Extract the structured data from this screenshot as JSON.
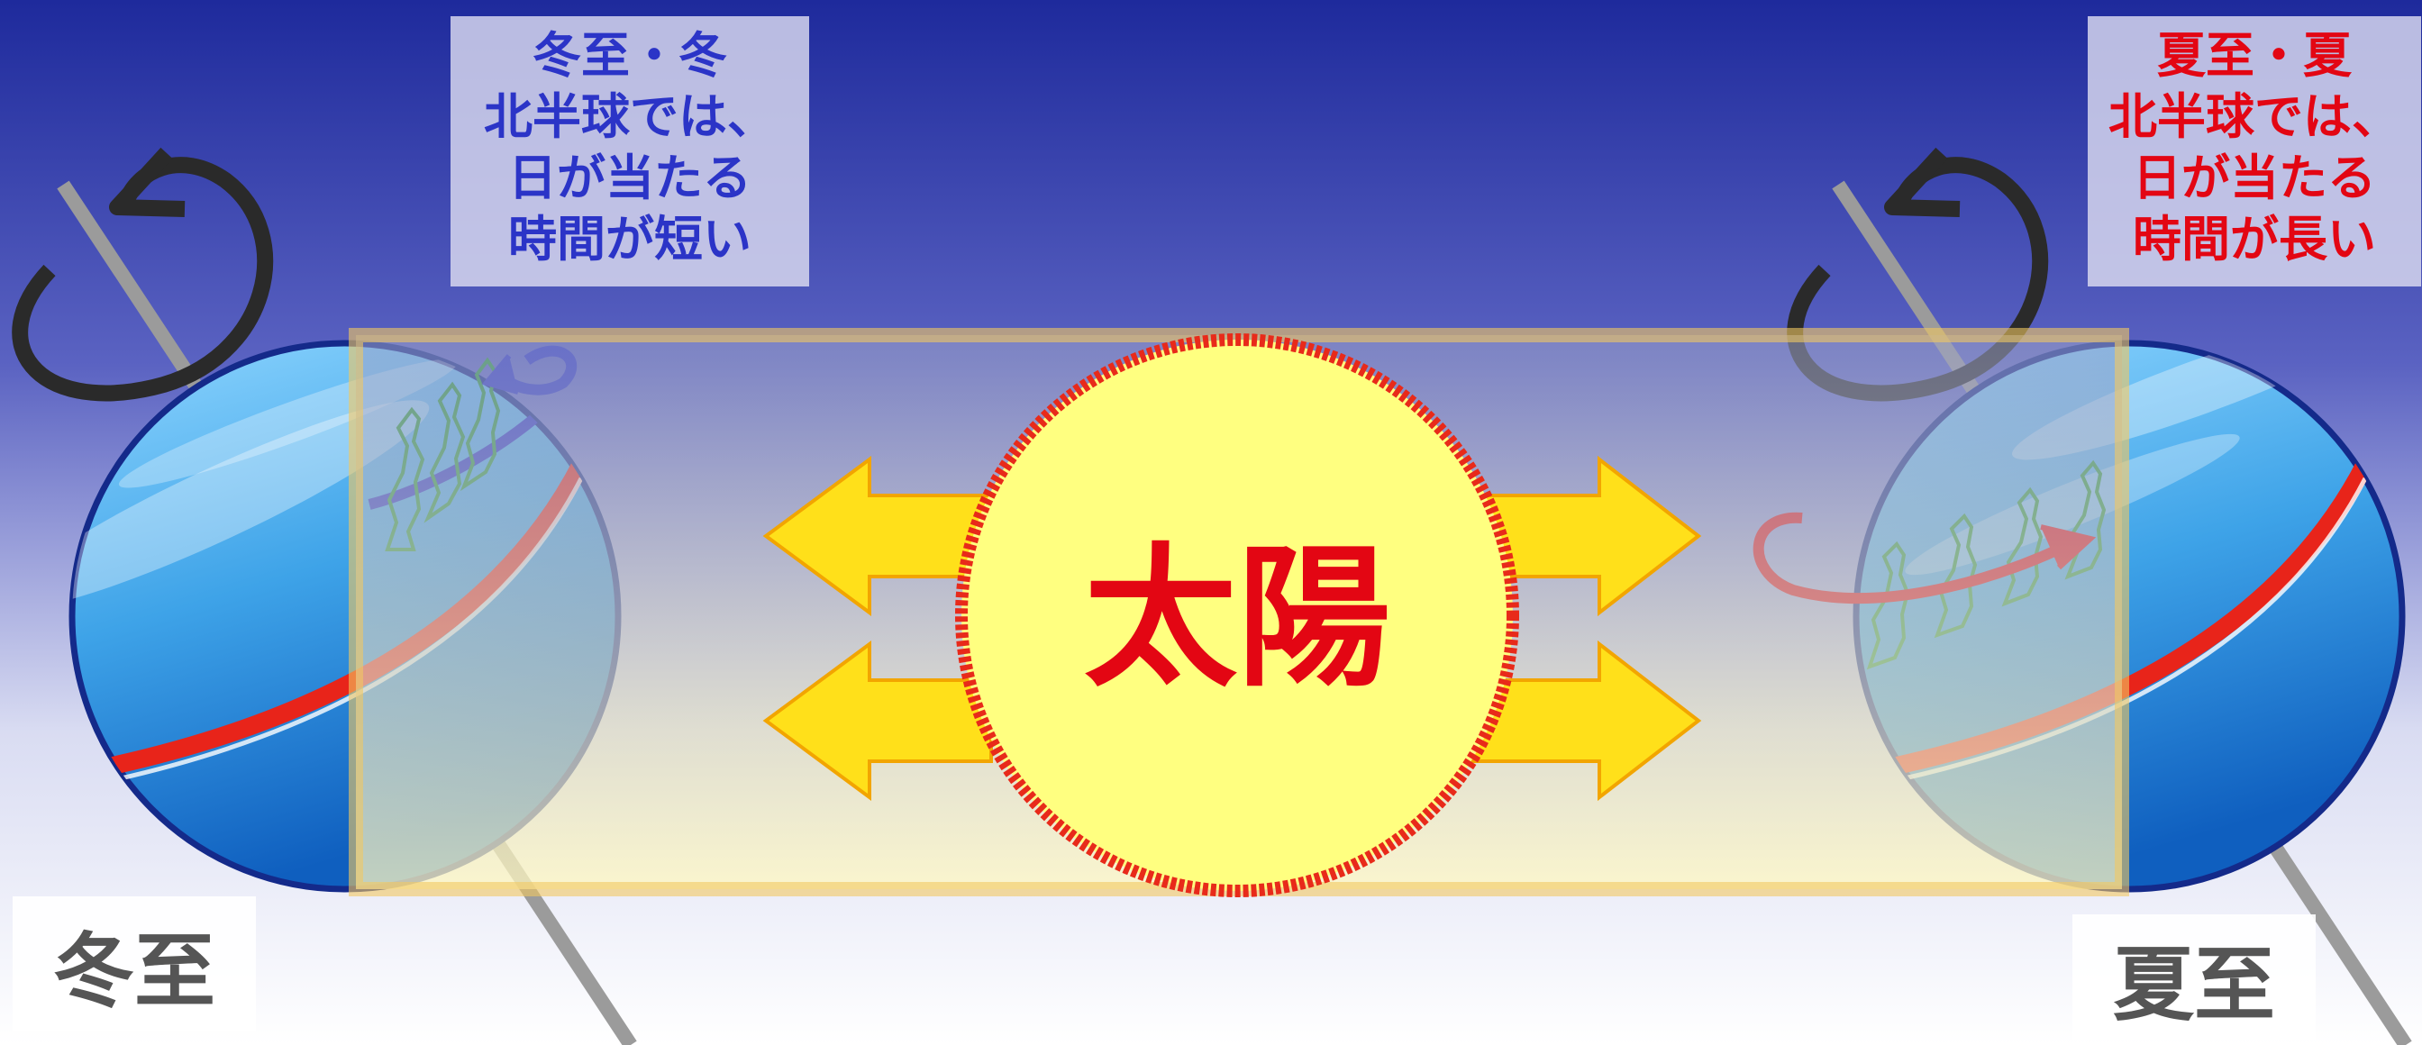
{
  "title": "",
  "sun": {
    "label": "太陽"
  },
  "winter": {
    "box_lines": [
      "冬至・冬",
      "北半球では、",
      "日が当たる",
      "時間が短い"
    ],
    "tag": "冬至"
  },
  "summer": {
    "box_lines": [
      "夏至・夏",
      "北半球では、",
      "日が当たる",
      "時間が長い"
    ],
    "tag": "夏至"
  },
  "colors": {
    "sky_top": "#1e2a9c",
    "sky_mid": "#5b63c2",
    "sky_bottom": "#ffffff",
    "sun_fill": "#ffff80",
    "sun_outline": "#e82a1a",
    "sun_text": "#e30613",
    "arrow_fill": "#ffe01a",
    "arrow_outline": "#f2a500",
    "winter_text": "#2b34c7",
    "summer_text": "#e30613",
    "equator": "#e8241a",
    "axis": "#9b9b9b",
    "rotation": "#2a2a2a"
  }
}
